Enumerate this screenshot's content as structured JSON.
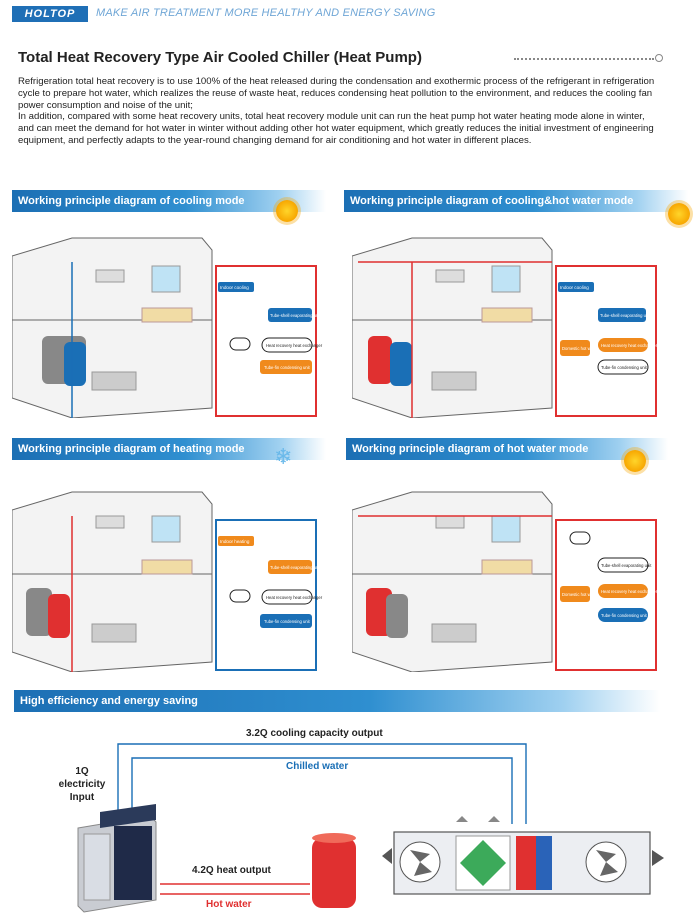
{
  "header": {
    "logo": "HOLTOP",
    "slogan": "MAKE AIR TREATMENT MORE HEALTHY AND ENERGY SAVING"
  },
  "title": "Total Heat Recovery Type Air Cooled Chiller (Heat Pump)",
  "intro": [
    "Refrigeration total heat recovery is to use 100% of the heat released during the condensation and exothermic process of the refrigerant in refrigeration cycle to prepare hot water, which realizes the reuse of waste heat, reduces condensing heat pollution to the environment, and reduces the cooling fan power consumption and noise of the unit;",
    "In addition, compared with some heat recovery units, total heat recovery module unit can run the heat pump hot water heating mode alone in winter, and can meet the demand for hot water in winter without adding other hot water equipment, which greatly reduces the initial investment of engineering equipment, and perfectly adapts to the year-round changing demand for air conditioning and hot water in different places."
  ],
  "sections": {
    "cooling": "Working principle diagram of cooling mode",
    "cooling_hot_water": "Working principle diagram of cooling&hot water mode",
    "heating": "Working principle diagram of heating mode",
    "hot_water": "Working principle diagram of hot water mode",
    "efficiency": "High efficiency and energy saving"
  },
  "panels": {
    "indoor_cooling": "Indoor cooling",
    "indoor_heating": "Indoor heating",
    "tube_evap": "Tube-shell evaporating unit",
    "heat_exchanger": "Heat recovery heat exchanger",
    "tube_fin_cond": "Tube-fin condensing unit",
    "domestic_hot_water": "Domestic hot water"
  },
  "efficiency": {
    "cooling_output": "3.2Q cooling capacity output",
    "chilled_water": "Chilled water",
    "electricity_1": "1Q",
    "electricity_2": "electricity",
    "electricity_3": "Input",
    "heat_output": "4.2Q heat output",
    "hot_water": "Hot water"
  },
  "colors": {
    "brand": "#1f6fb6",
    "hot": "#e03030",
    "cold": "#1a6fb6",
    "accent_orange": "#f08a1c"
  }
}
